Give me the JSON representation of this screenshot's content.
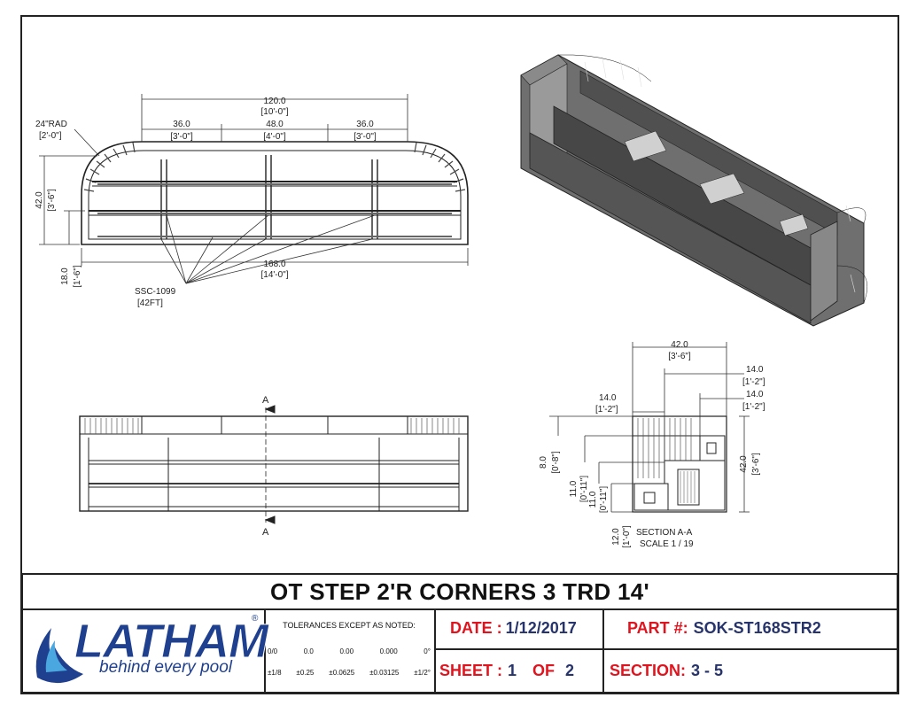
{
  "plan_view": {
    "overall_top": "120.0",
    "overall_top_ft": "[10'-0\"]",
    "left_seg": "36.0",
    "left_seg_ft": "[3'-0\"]",
    "mid_seg": "48.0",
    "mid_seg_ft": "[4'-0\"]",
    "right_seg": "36.0",
    "right_seg_ft": "[3'-0\"]",
    "radius": "24\"RAD",
    "radius_ft": "[2'-0\"]",
    "height": "42.0",
    "height_ft": "[3'-6\"]",
    "depth": "18.0",
    "depth_ft": "[1'-6\"]",
    "length": "168.0",
    "length_ft": "[14'-0\"]",
    "part_callout": "SSC-1099",
    "part_callout_qty": "[42FT]"
  },
  "elevation": {
    "section_mark_top": "A",
    "section_mark_bottom": "A"
  },
  "section": {
    "width": "42.0",
    "width_ft": "[3'-6\"]",
    "tread_right": "14.0",
    "tread_right_ft": "[1'-2\"]",
    "tread_left": "14.0",
    "tread_left_ft": "[1'-2\"]",
    "tread_right2": "14.0",
    "tread_right2_ft": "[1'-2\"]",
    "rise1": "8.0",
    "rise1_ft": "[0'-8\"]",
    "rise2": "11.0",
    "rise2_ft": "[0'-11\"]",
    "rise3": "11.0",
    "rise3_ft": "[0'-11\"]",
    "rise4": "12.0",
    "rise4_ft": "[1'-0\"]",
    "total": "42.0",
    "total_ft": "[3'-6\"]",
    "label": "SECTION A-A",
    "scale": "SCALE 1 / 19"
  },
  "title_block": {
    "title": "OT STEP 2'R CORNERS 3 TRD 14'",
    "company": "LATHAM",
    "reg": "®",
    "tagline": "behind every pool",
    "tolerances_head": "TOLERANCES EXCEPT AS NOTED:",
    "tol_row1": [
      "0/0",
      "0.0",
      "0.00",
      "0.000",
      "0°"
    ],
    "tol_row2": [
      "±1/8",
      "±0.25",
      "±0.0625",
      "±0.03125",
      "±1/2°"
    ],
    "date_label": "DATE :",
    "date_value": "1/12/2017",
    "part_label": "PART #:",
    "part_value": "SOK-ST168STR2",
    "sheet_label": "SHEET :",
    "sheet_num": "1",
    "sheet_of": "OF",
    "sheet_total": "2",
    "section_label": "SECTION:",
    "section_value": "3 - 5"
  },
  "colors": {
    "brand_blue": "#1f3f8f",
    "accent_red": "#e0141e",
    "value_blue": "#27346b"
  }
}
